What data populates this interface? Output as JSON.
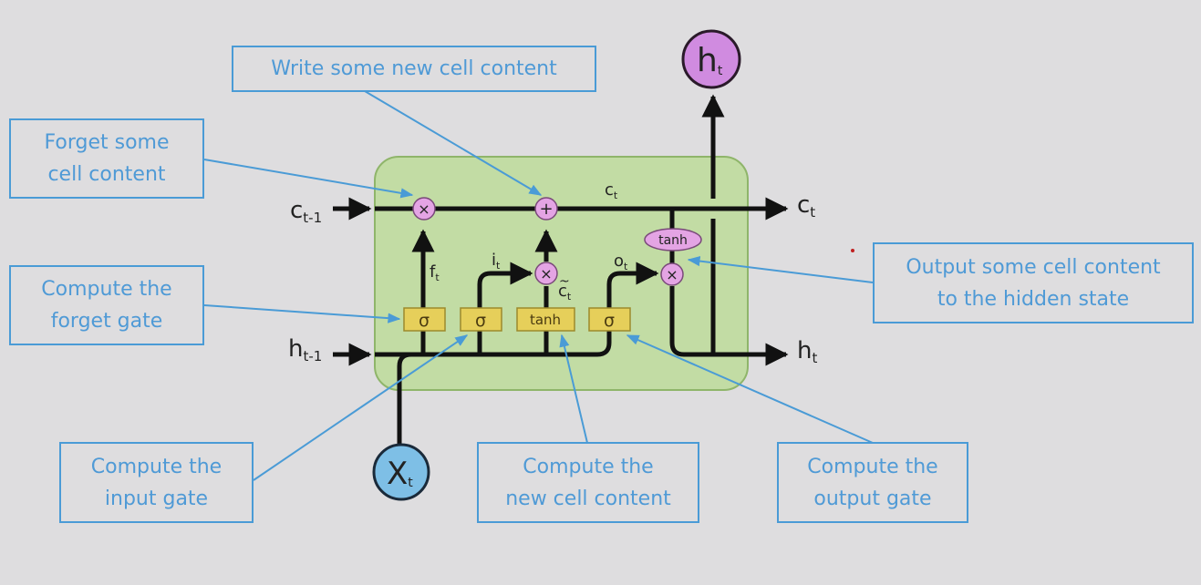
{
  "diagram": {
    "title": "LSTM cell",
    "colors": {
      "background": "#dedddf",
      "cell_fill": "#c2dca4",
      "cell_border": "#8fb56a",
      "gate_fill": "#e6cf5a",
      "op_fill": "#e4a4e4",
      "ht_fill": "#d08be0",
      "xt_fill": "#7ebfe6",
      "callout": "#4a9bd6",
      "line": "#111111"
    },
    "inputs": {
      "c_prev": {
        "base": "c",
        "sub": "t-1"
      },
      "h_prev": {
        "base": "h",
        "sub": "t-1"
      },
      "x": {
        "base": "X",
        "sub": "t"
      }
    },
    "outputs": {
      "c": {
        "base": "c",
        "sub": "t"
      },
      "h_right": {
        "base": "h",
        "sub": "t"
      },
      "h_top": {
        "base": "h",
        "sub": "t"
      }
    },
    "internal_labels": {
      "c_mid": {
        "base": "c",
        "sub": "t"
      },
      "f": {
        "base": "f",
        "sub": "t"
      },
      "i": {
        "base": "i",
        "sub": "t"
      },
      "o": {
        "base": "o",
        "sub": "t"
      },
      "c_tilde": {
        "base": "c",
        "sub": "t",
        "accent": "~"
      }
    },
    "gates": [
      "σ",
      "σ",
      "tanh",
      "σ"
    ],
    "ops": {
      "forget_mul": "×",
      "add": "+",
      "input_mul": "×",
      "output_mul": "×",
      "output_tanh": "tanh"
    },
    "callouts": {
      "write": [
        "Write some new cell content"
      ],
      "forget_content": [
        "Forget some",
        "cell content"
      ],
      "forget_gate": [
        "Compute the",
        "forget gate"
      ],
      "input_gate": [
        "Compute the",
        "input gate"
      ],
      "new_content": [
        "Compute the",
        "new cell content"
      ],
      "output_gate": [
        "Compute the",
        "output gate"
      ],
      "output_hidden": [
        "Output some cell content",
        "to the hidden state"
      ]
    }
  }
}
